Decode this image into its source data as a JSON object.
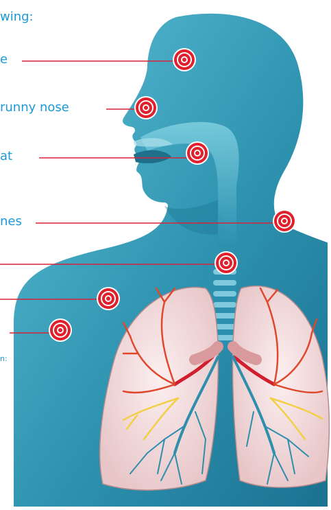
{
  "heading": "wing:",
  "labels": {
    "head": "e",
    "nose": "runny nose",
    "throat": "at",
    "aches": "nes",
    "footnote": "n:"
  },
  "colors": {
    "text": "#1a9ad6",
    "leader_line": "#d6243a",
    "body_dark": "#1f7f9c",
    "body_light": "#5fc0d6",
    "marker": "#e0202c"
  },
  "markers": [
    {
      "id": "head",
      "icon": "target-icon"
    },
    {
      "id": "nose",
      "icon": "target-icon"
    },
    {
      "id": "throat",
      "icon": "target-icon"
    },
    {
      "id": "shoulder",
      "icon": "target-icon"
    },
    {
      "id": "windpipe",
      "icon": "target-icon"
    },
    {
      "id": "chest-upper",
      "icon": "target-icon"
    },
    {
      "id": "chest-lower",
      "icon": "target-icon"
    }
  ]
}
